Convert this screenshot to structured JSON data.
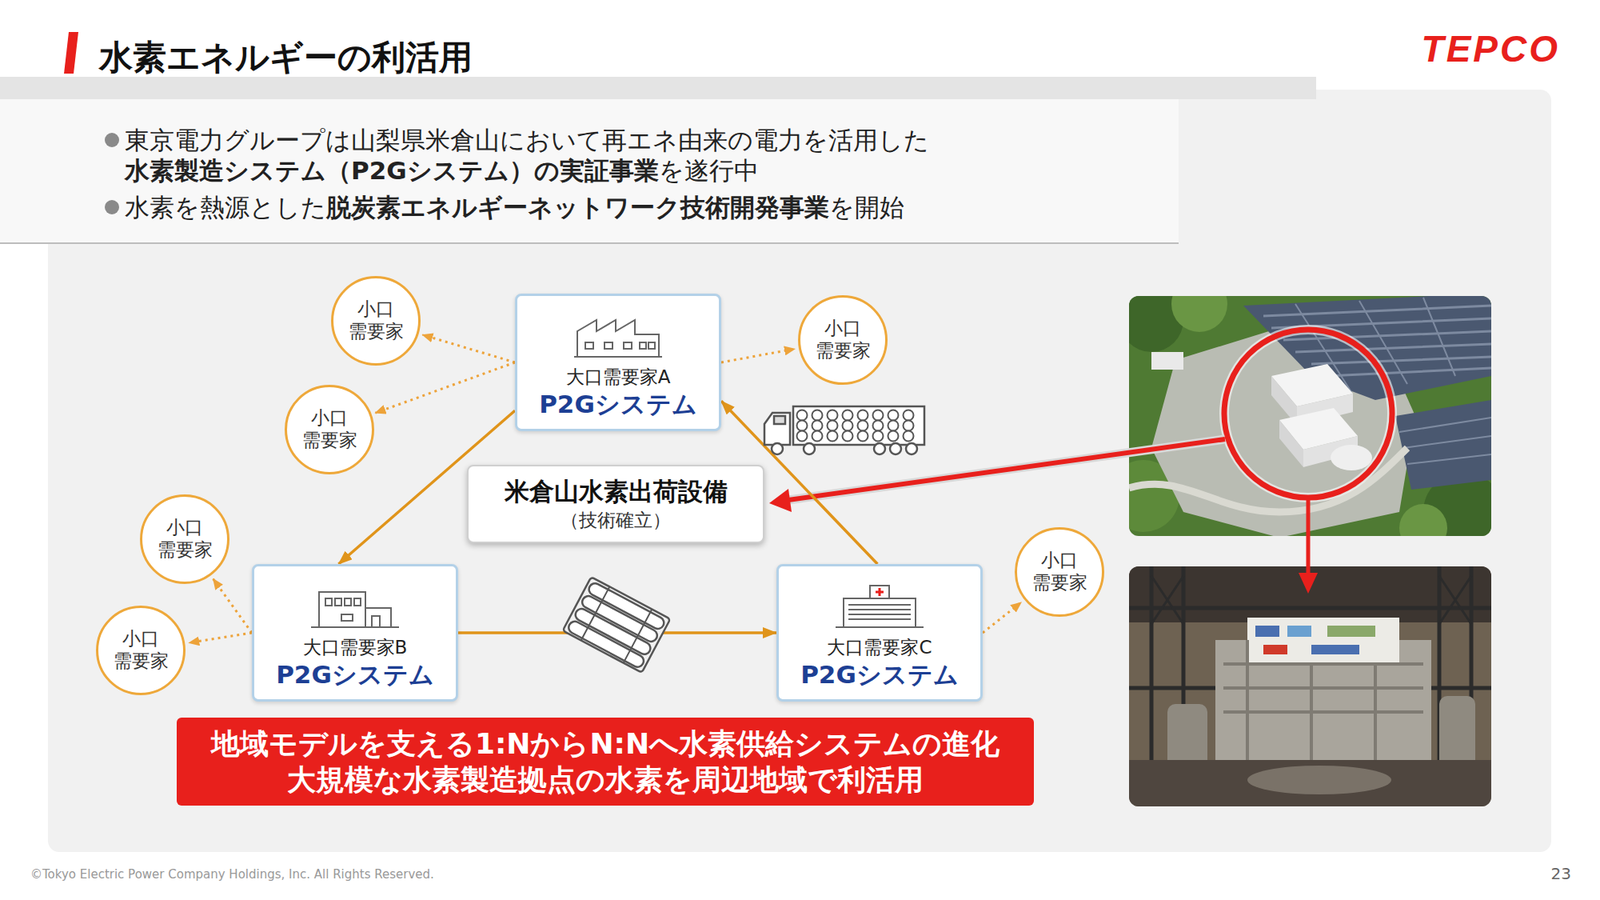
{
  "diagram": {
    "title": "水素エネルギーの利活用",
    "nodes": [
      {
        "text": [
          "小口 需要家"
        ]
      },
      {
        "text": [
          "大口需要家A",
          "P2Gシステム"
        ]
      },
      {
        "text": [
          "小口 需要家"
        ]
      },
      {
        "text": [
          "小口 需要家"
        ]
      },
      {
        "text": [
          "米倉山水素出荷設備",
          "（技術確立）"
        ]
      },
      {
        "text": [
          "小口 需要家"
        ]
      },
      {
        "text": [
          "小口 需要家"
        ]
      },
      {
        "text": [
          "大口需要家B",
          "P2Gシステム"
        ]
      },
      {
        "text": [
          "小口 需要家"
        ]
      },
      {
        "text": [
          "大口需要家C",
          "P2Gシステム"
        ]
      },
      {
        "text": [
          "地域モデルを支える1:NからN:Nへ水素供給システムの進化",
          "大規模な水素製造拠点の水素を周辺地域で利活用"
        ]
      }
    ],
    "edges": [
      {
        "from": 1,
        "to": 7,
        "arrow": "to"
      },
      {
        "from": 7,
        "to": 9,
        "arrow": "to"
      },
      {
        "from": 9,
        "to": 1,
        "arrow": "to"
      },
      {
        "from": 1,
        "to": 0,
        "arrow": "to"
      },
      {
        "from": 1,
        "to": 3,
        "arrow": "to"
      },
      {
        "from": 1,
        "to": 2,
        "arrow": "to"
      },
      {
        "from": 7,
        "to": 5,
        "arrow": "to"
      },
      {
        "from": 7,
        "to": 8,
        "arrow": "to"
      },
      {
        "from": 9,
        "to": 6,
        "arrow": "to"
      }
    ],
    "labels": [
      "TEPCO",
      "東京電力グループは山梨県米倉山において再エネ由来の電力を活用した",
      "水素製造システム（P2Gシステム）の実証事業",
      "を遂行中",
      "水素を熱源とした",
      "脱炭素エネルギーネットワーク技術開発事業",
      "を開始",
      "©Tokyo Electric Power Company Holdings, Inc. All Rights Reserved.",
      "23"
    ]
  }
}
